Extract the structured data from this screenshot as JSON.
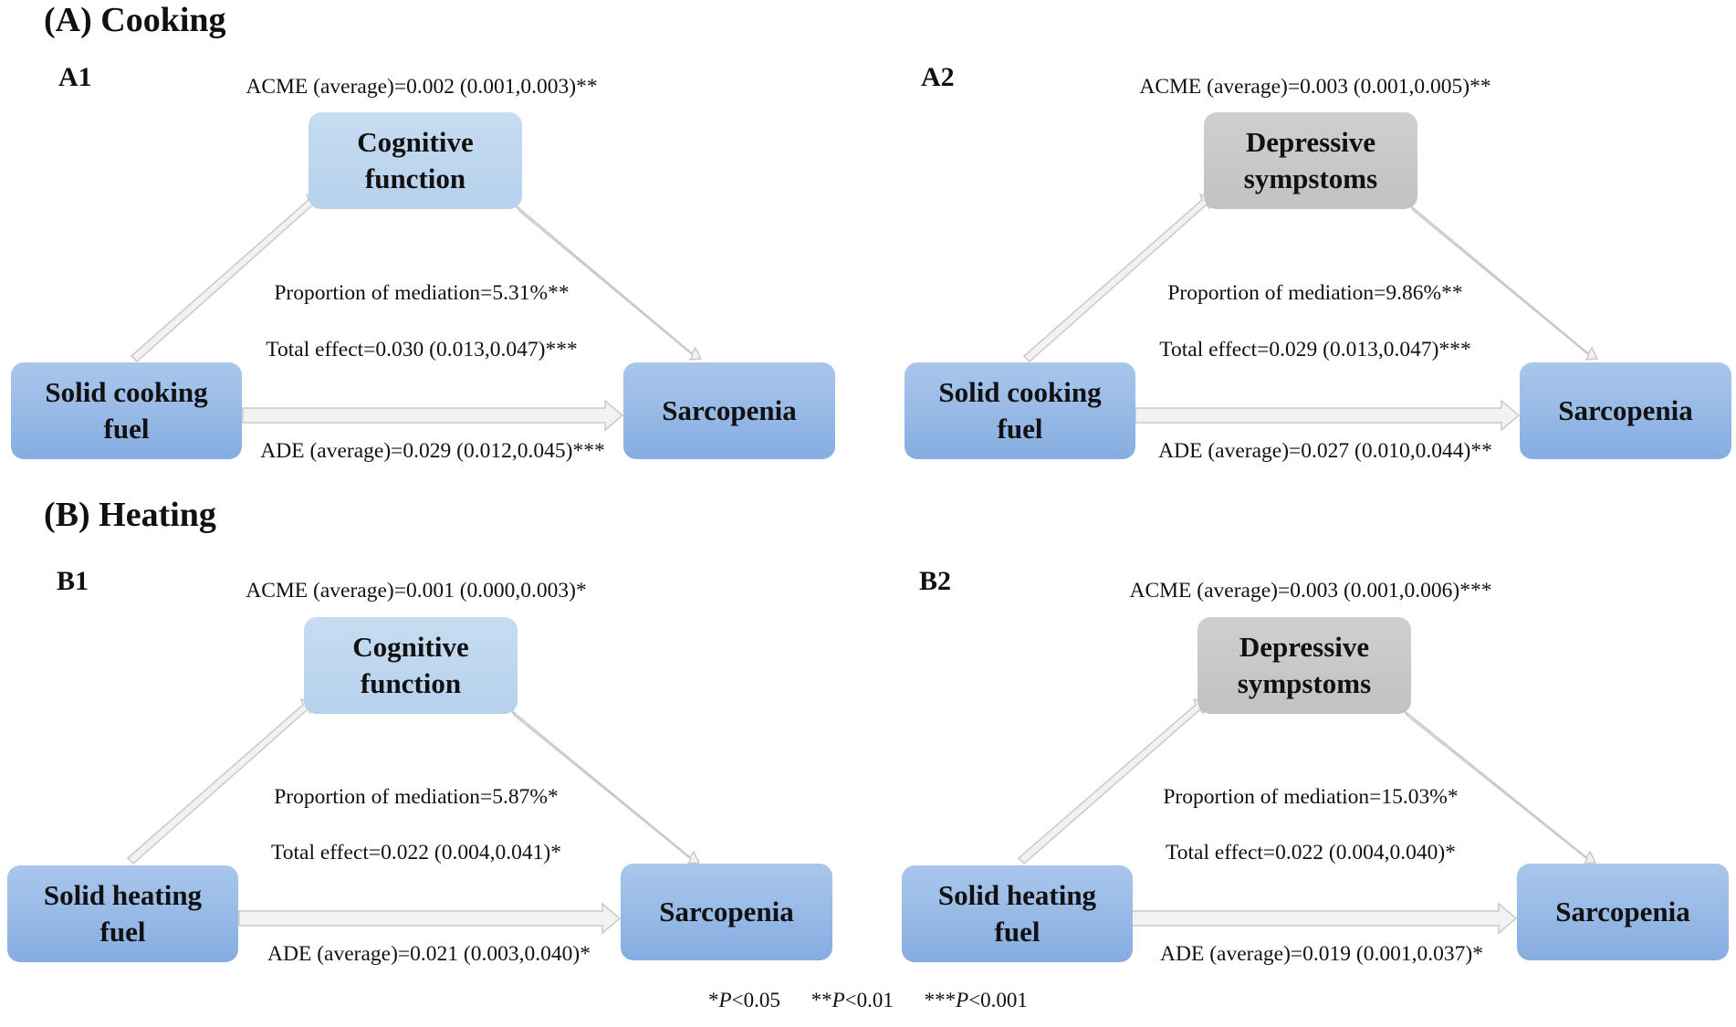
{
  "sections": {
    "A": "(A) Cooking",
    "B": "(B) Heating"
  },
  "panels": {
    "A1": {
      "label": "A1",
      "acme": "ACME (average)=0.002 (0.001,0.003)**",
      "mediator": [
        "Cognitive",
        "function"
      ],
      "exposure": [
        "Solid cooking",
        "fuel"
      ],
      "outcome": "Sarcopenia",
      "proportion": "Proportion of mediation=5.31%**",
      "total": "Total effect=0.030 (0.013,0.047)***",
      "ade": "ADE (average)=0.029 (0.012,0.045)***"
    },
    "A2": {
      "label": "A2",
      "acme": "ACME (average)=0.003 (0.001,0.005)**",
      "mediator": [
        "Depressive",
        "sympstoms"
      ],
      "exposure": [
        "Solid cooking",
        "fuel"
      ],
      "outcome": "Sarcopenia",
      "proportion": "Proportion of mediation=9.86%**",
      "total": "Total effect=0.029 (0.013,0.047)***",
      "ade": "ADE (average)=0.027 (0.010,0.044)**"
    },
    "B1": {
      "label": "B1",
      "acme": "ACME (average)=0.001 (0.000,0.003)*",
      "mediator": [
        "Cognitive",
        "function"
      ],
      "exposure": [
        "Solid heating",
        "fuel"
      ],
      "outcome": "Sarcopenia",
      "proportion": "Proportion of mediation=5.87%*",
      "total": "Total effect=0.022 (0.004,0.041)*",
      "ade": "ADE (average)=0.021 (0.003,0.040)*"
    },
    "B2": {
      "label": "B2",
      "acme": "ACME (average)=0.003 (0.001,0.006)***",
      "mediator": [
        "Depressive",
        "sympstoms"
      ],
      "exposure": [
        "Solid heating",
        "fuel"
      ],
      "outcome": "Sarcopenia",
      "proportion": "Proportion of mediation=15.03%*",
      "total": "Total effect=0.022 (0.004,0.040)*",
      "ade": "ADE (average)=0.019 (0.001,0.037)*"
    }
  },
  "legend": {
    "p05": {
      "stars": "*",
      "p": "P",
      "rest": "<0.05"
    },
    "p01": {
      "stars": "**",
      "p": "P",
      "rest": "<0.01"
    },
    "p001": {
      "stars": "***",
      "p": "P",
      "rest": "<0.001"
    }
  },
  "colors": {
    "mediator_cognitive": "#bdd6ee",
    "mediator_depressive": "#c8c8c8",
    "exposure_outcome": "#96b8e5",
    "arrow_fill": "#f2f2f2",
    "arrow_stroke": "#c9c9c9"
  }
}
